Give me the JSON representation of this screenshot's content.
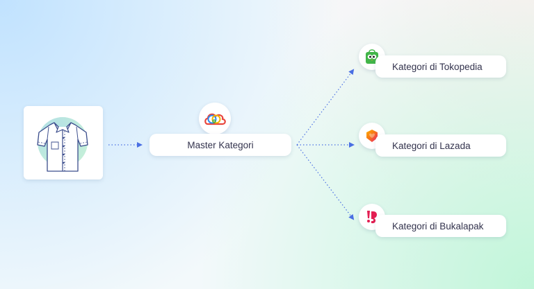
{
  "source": {
    "image": "shirt-product-illustration"
  },
  "master": {
    "label": "Master Kategori",
    "logo": "cloud-rings-logo"
  },
  "marketplaces": [
    {
      "label": "Kategori di Tokopedia",
      "logo": "tokopedia-logo",
      "color": "#42b549"
    },
    {
      "label": "Kategori di Lazada",
      "logo": "lazada-logo",
      "color": "#f5721a"
    },
    {
      "label": "Kategori di Bukalapak",
      "logo": "bukalapak-logo",
      "color": "#e31e52"
    }
  ],
  "colors": {
    "arrow": "#4a6fe3",
    "text": "#33334d"
  }
}
